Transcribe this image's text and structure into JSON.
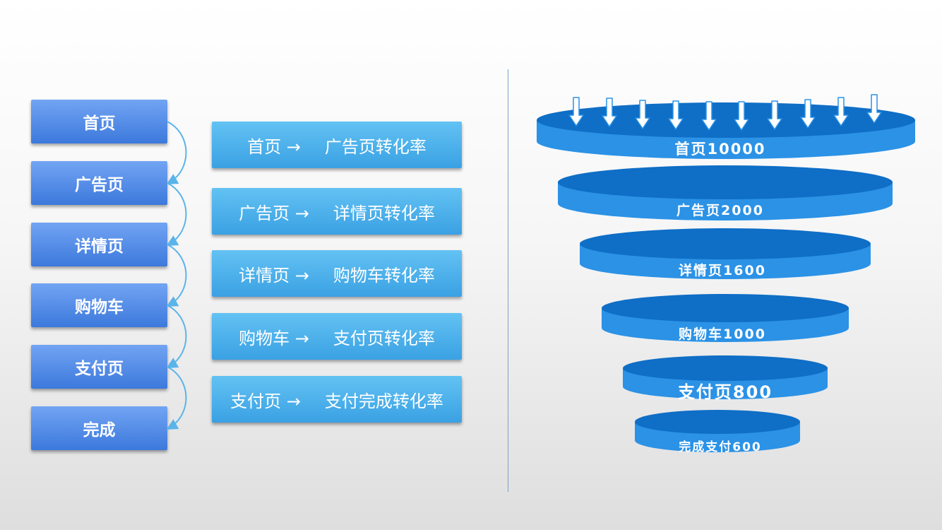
{
  "steps": [
    "首页",
    "广告页",
    "详情页",
    "购物车",
    "支付页",
    "完成"
  ],
  "rates": [
    {
      "from": "首页 →",
      "to": "广告页转化率"
    },
    {
      "from": "广告页 →",
      "to": "详情页转化率"
    },
    {
      "from": "详情页 →",
      "to": "购物车转化率"
    },
    {
      "from": "购物车 →",
      "to": "支付页转化率"
    },
    {
      "from": "支付页 →",
      "to": "支付完成转化率"
    }
  ],
  "funnel": [
    {
      "label": "首页10000"
    },
    {
      "label": "广告页2000"
    },
    {
      "label": "详情页1600"
    },
    {
      "label": "购物车1000"
    },
    {
      "label": "支付页800"
    },
    {
      "label": "完成支付600"
    }
  ],
  "colors": {
    "step_box": "#4a86e8",
    "rate_box": "#45abe8",
    "funnel_side": "#2b92e6",
    "funnel_top": "#0f6ec6",
    "connector": "#5ab4ea",
    "divider": "#7f9fcc"
  }
}
